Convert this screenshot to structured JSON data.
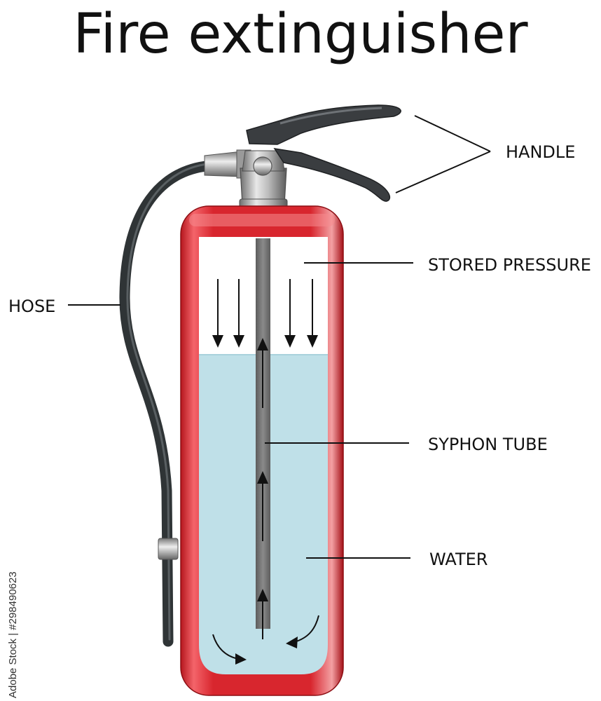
{
  "title": "Fire extinguisher",
  "labels": {
    "handle": "HANDLE",
    "stored_pressure": "STORED PRESSURE",
    "hose": "HOSE",
    "syphon_tube": "SYPHON TUBE",
    "water": "WATER"
  },
  "side_credit": "Adobe Stock | #298490623",
  "colors": {
    "body_red": "#d8262e",
    "water": "#bfe0e8",
    "tube": "#7a7a7a",
    "hose": "#2f3436",
    "handle": "#3a3d40"
  }
}
